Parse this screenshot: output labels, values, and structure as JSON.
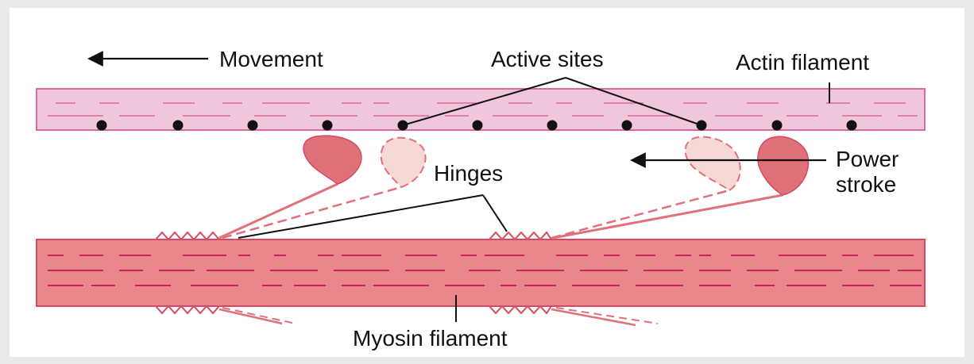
{
  "labels": {
    "movement": "Movement",
    "active_sites": "Active sites",
    "actin_filament": "Actin filament",
    "power": "Power",
    "stroke": "stroke",
    "hinges": "Hinges",
    "myosin_filament": "Myosin filament"
  },
  "colors": {
    "actin_fill": "#f0c6dc",
    "actin_line": "#d86aa0",
    "myosin_fill": "#e9878c",
    "myosin_line": "#cf4a62",
    "myosin_dash": "#c8245a",
    "head_fill": "#e0707a",
    "head_light": "#f6d9d6",
    "dot": "#111111"
  }
}
